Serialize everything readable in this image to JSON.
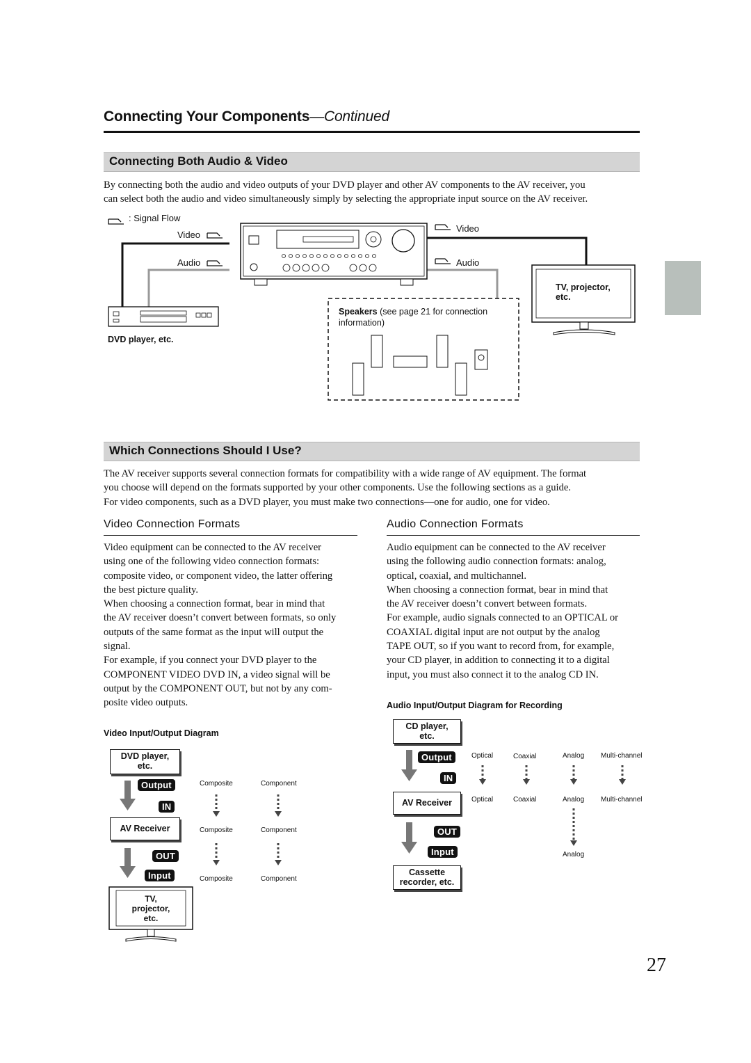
{
  "header": {
    "title": "Connecting Your Components",
    "continued": "—Continued"
  },
  "section1": {
    "title": "Connecting Both Audio & Video",
    "intro_line1": "By connecting both the audio and video outputs of your DVD player and other AV components to the AV receiver, you",
    "intro_line2": "can select both the audio and video simultaneously simply by selecting the appropriate input source on the AV receiver.",
    "diagram": {
      "legend_signal_flow": ": Signal Flow",
      "video_left": "Video",
      "audio_left": "Audio",
      "video_right": "Video",
      "audio_right": "Audio",
      "dvd_label": "DVD player, etc.",
      "tv_label_line1": "TV, projector,",
      "tv_label_line2": "etc.",
      "speakers_bold": "Speakers",
      "speakers_rest": " (see page 21 for connection",
      "speakers_line2": "information)"
    }
  },
  "section2": {
    "title": "Which Connections Should I Use?",
    "intro_line1": "The AV receiver supports several connection formats for compatibility with a wide range of AV equipment. The format",
    "intro_line2": "you choose will depend on the formats supported by your other components. Use the following sections as a guide.",
    "intro_line3": "For video components, such as a DVD player, you must make two connections—one for audio, one for video."
  },
  "video_formats": {
    "heading": "Video Connection Formats",
    "p1_l1": "Video equipment can be connected to the AV receiver",
    "p1_l2": "using one of the following video connection formats:",
    "p1_l3": "composite video, or component video, the latter offering",
    "p1_l4": "the best picture quality.",
    "p2_l1": "When choosing a connection format, bear in mind that",
    "p2_l2": "the AV receiver doesn’t convert between formats, so only",
    "p2_l3": "outputs of the same format as the input will output the",
    "p2_l4": "signal.",
    "p3_l1": "For example, if you connect your DVD player to the",
    "p3_l2": "COMPONENT VIDEO DVD IN, a video signal will be",
    "p3_l3": "output by the COMPONENT OUT, but not by any com-",
    "p3_l4": "posite video outputs.",
    "diagram_title": "Video Input/Output Diagram",
    "source_l1": "DVD player,",
    "source_l2": "etc.",
    "output_pill": "Output",
    "in_pill": "IN",
    "receiver": "AV Receiver",
    "out_pill": "OUT",
    "input_pill": "Input",
    "target_l1": "TV,",
    "target_l2": "projector,",
    "target_l3": "etc.",
    "composite": "Composite",
    "component": "Component"
  },
  "audio_formats": {
    "heading": "Audio Connection Formats",
    "p1_l1": "Audio equipment can be connected to the AV receiver",
    "p1_l2": "using the following audio connection formats: analog,",
    "p1_l3": "optical, coaxial, and multichannel.",
    "p2_l1": "When choosing a connection format, bear in mind that",
    "p2_l2": "the AV receiver doesn’t convert between formats.",
    "p3_l1": "For example, audio signals connected to an OPTICAL or",
    "p3_l2": "COAXIAL digital input are not output by the analog",
    "p3_l3": "TAPE OUT, so if you want to record from, for example,",
    "p3_l4": "your CD player, in addition to connecting it to a digital",
    "p3_l5": "input, you must also connect it to the analog CD IN.",
    "diagram_title": "Audio Input/Output Diagram for Recording",
    "source_l1": "CD player,",
    "source_l2": "etc.",
    "output_pill": "Output",
    "in_pill": "IN",
    "receiver": "AV Receiver",
    "out_pill": "OUT",
    "input_pill": "Input",
    "target_l1": "Cassette",
    "target_l2": "recorder, etc.",
    "optical": "Optical",
    "coaxial": "Coaxial",
    "analog": "Analog",
    "multichannel": "Multi-channel"
  },
  "page_number": "27"
}
